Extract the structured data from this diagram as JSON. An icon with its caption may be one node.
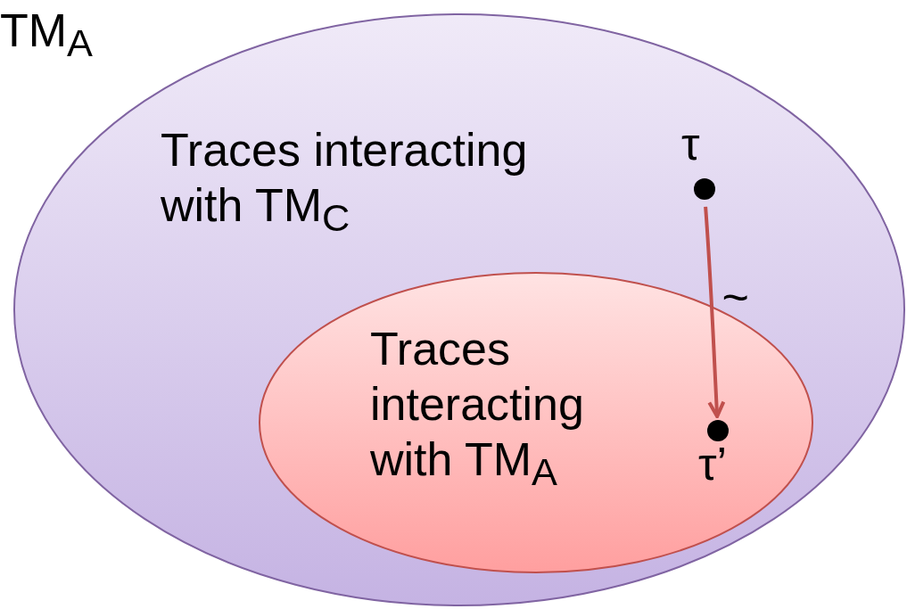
{
  "diagram": {
    "nodes": [
      {
        "text": [
          "TM$_{A}$",
          "Traces interacting with TM$_{C}$"
        ]
      },
      {
        "text": [
          "Traces interacting with TM$_{A}$"
        ],
        "in": 0
      },
      {
        "text": [],
        "shape": "circle",
        "in": 0,
        "beside": [
          "τ"
        ]
      },
      {
        "text": [],
        "shape": "circle",
        "in": 1,
        "beside": [
          "τ’"
        ]
      }
    ],
    "edges": [
      {
        "from": 2,
        "to": 3,
        "arrow": "to",
        "label": "~"
      }
    ]
  }
}
